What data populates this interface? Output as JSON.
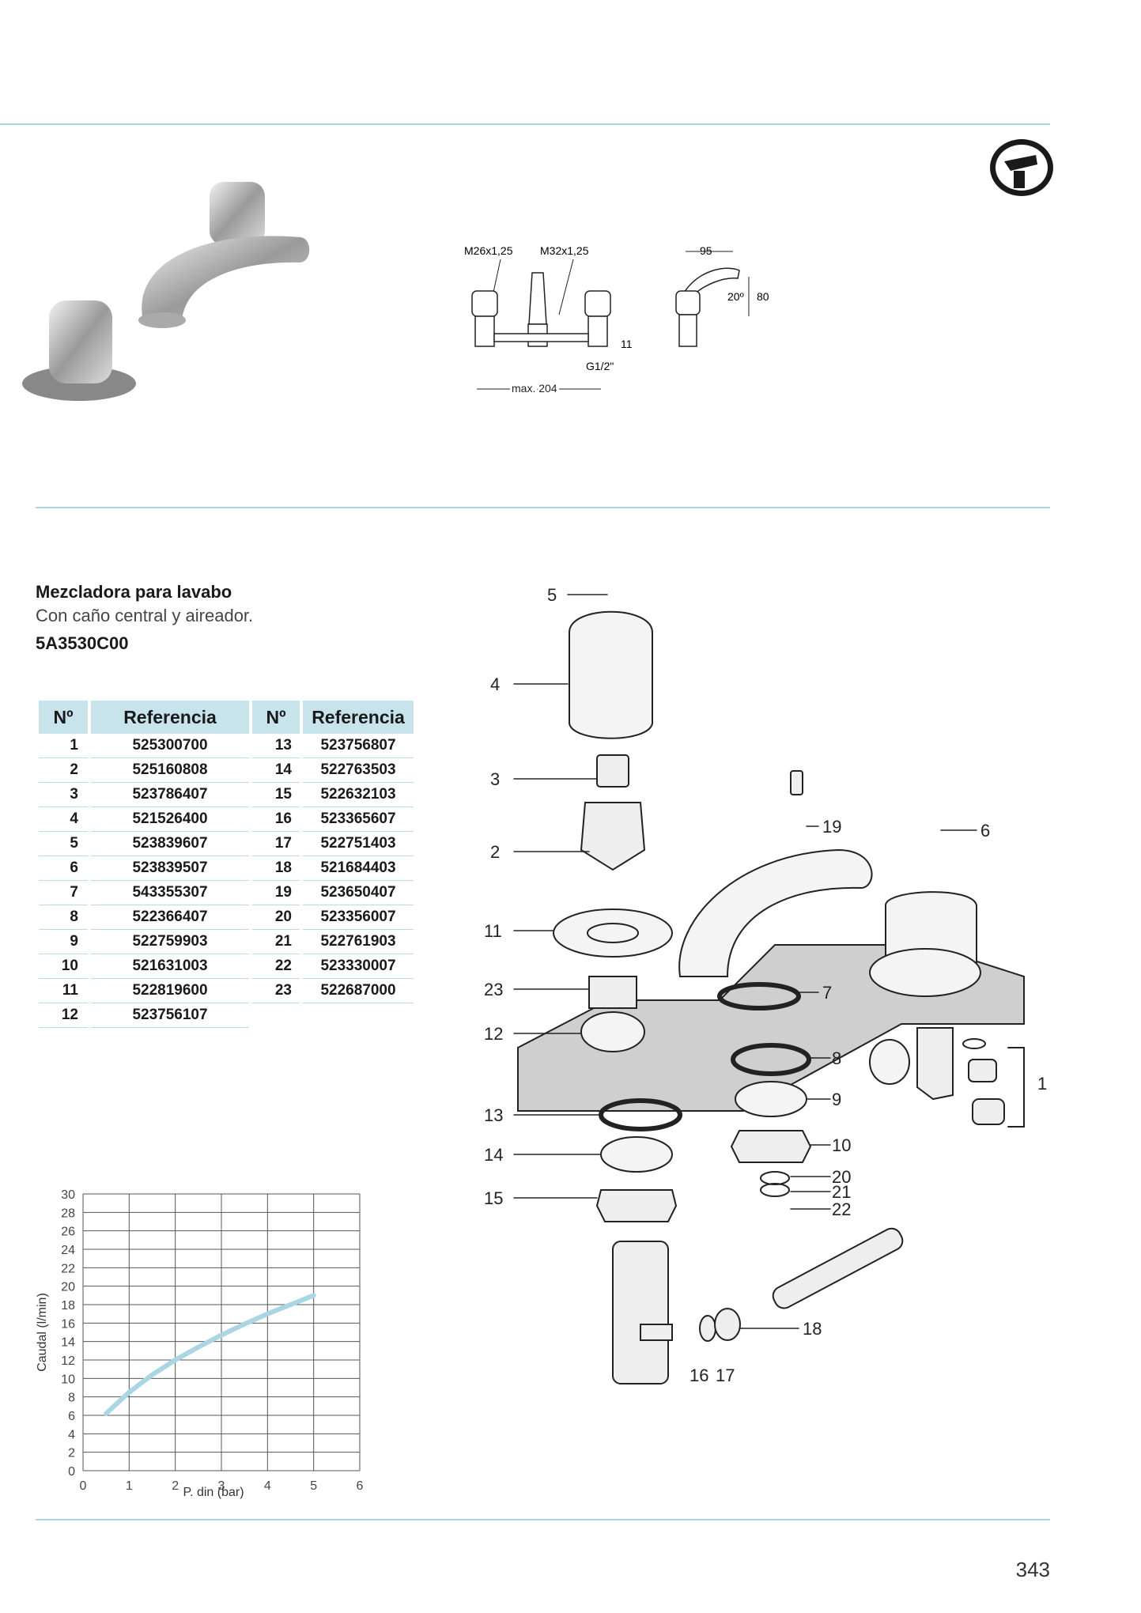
{
  "product": {
    "title": "Mezcladora para lavabo",
    "subtitle": "Con caño central y aireador.",
    "code": "5A3530C00"
  },
  "dimensions": {
    "thread_left": "M26x1,25",
    "thread_center": "M32x1,25",
    "depth": "11",
    "connection": "G1/2\"",
    "width": "max. 204",
    "reach": "95",
    "angle": "20º",
    "height": "80"
  },
  "parts_table": {
    "header_n": "Nº",
    "header_ref": "Referencia",
    "left": [
      {
        "n": "1",
        "ref": "525300700"
      },
      {
        "n": "2",
        "ref": "525160808"
      },
      {
        "n": "3",
        "ref": "523786407"
      },
      {
        "n": "4",
        "ref": "521526400"
      },
      {
        "n": "5",
        "ref": "523839607"
      },
      {
        "n": "6",
        "ref": "523839507"
      },
      {
        "n": "7",
        "ref": "543355307"
      },
      {
        "n": "8",
        "ref": "522366407"
      },
      {
        "n": "9",
        "ref": "522759903"
      },
      {
        "n": "10",
        "ref": "521631003"
      },
      {
        "n": "11",
        "ref": "522819600"
      },
      {
        "n": "12",
        "ref": "523756107"
      }
    ],
    "right": [
      {
        "n": "13",
        "ref": "523756807"
      },
      {
        "n": "14",
        "ref": "522763503"
      },
      {
        "n": "15",
        "ref": "522632103"
      },
      {
        "n": "16",
        "ref": "523365607"
      },
      {
        "n": "17",
        "ref": "522751403"
      },
      {
        "n": "18",
        "ref": "521684403"
      },
      {
        "n": "19",
        "ref": "523650407"
      },
      {
        "n": "20",
        "ref": "523356007"
      },
      {
        "n": "21",
        "ref": "522761903"
      },
      {
        "n": "22",
        "ref": "523330007"
      },
      {
        "n": "23",
        "ref": "522687000"
      }
    ]
  },
  "exploded_labels": {
    "p1": "1",
    "p2": "2",
    "p3": "3",
    "p4": "4",
    "p5": "5",
    "p6": "6",
    "p7": "7",
    "p8": "8",
    "p9": "9",
    "p10": "10",
    "p11": "11",
    "p12": "12",
    "p13": "13",
    "p14": "14",
    "p15": "15",
    "p16": "16",
    "p17": "17",
    "p18": "18",
    "p19": "19",
    "p20": "20",
    "p21": "21",
    "p22": "22",
    "p23": "23"
  },
  "chart_data": {
    "type": "line",
    "xlabel": "P. din (bar)",
    "ylabel": "Caudal (l/min)",
    "xlim": [
      0,
      6
    ],
    "ylim": [
      0,
      30
    ],
    "x_ticks": [
      0,
      1,
      2,
      3,
      4,
      5,
      6
    ],
    "y_ticks": [
      0,
      2,
      4,
      6,
      8,
      10,
      12,
      14,
      16,
      18,
      20,
      22,
      24,
      26,
      28,
      30
    ],
    "grid": true,
    "series": [
      {
        "color": "#a8d6e2",
        "x": [
          0.5,
          1,
          1.5,
          2,
          2.5,
          3,
          3.5,
          4,
          4.5,
          5
        ],
        "y": [
          6.2,
          8.5,
          10.4,
          12.0,
          13.4,
          14.7,
          15.9,
          17.0,
          18.0,
          19.0
        ]
      }
    ]
  },
  "page_number": "343"
}
